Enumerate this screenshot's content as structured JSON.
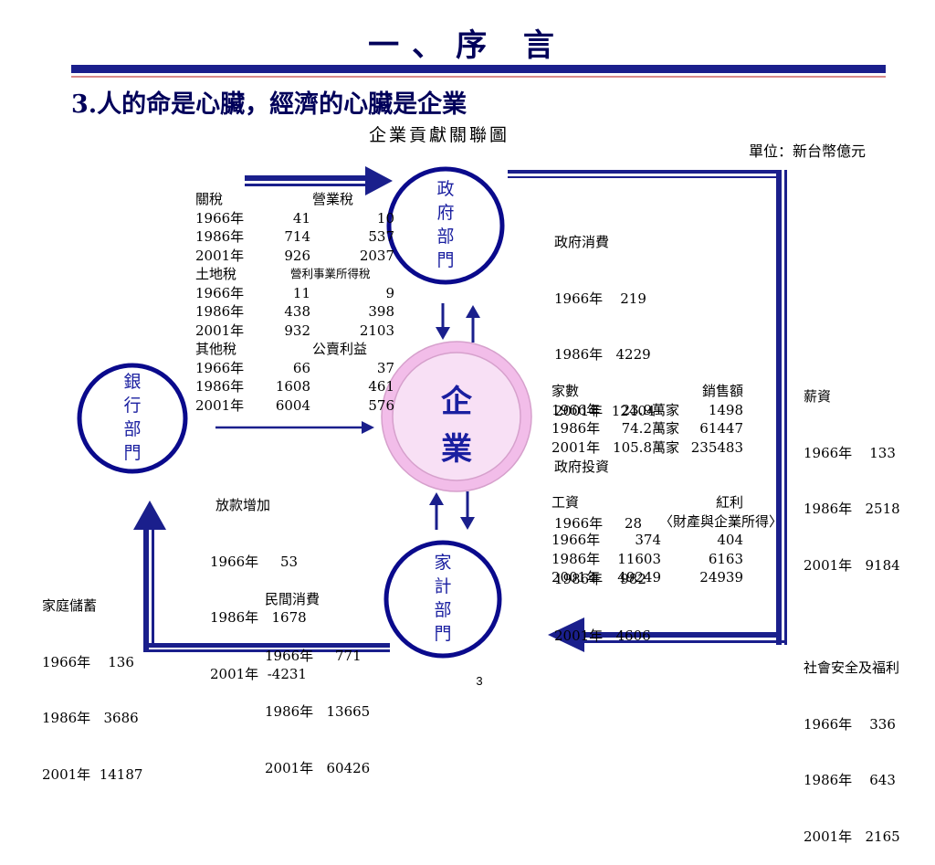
{
  "page": {
    "title": "一、序 言",
    "heading": "3.人的命是心臟，經濟的心臟是企業",
    "subtitle": "企業貢獻關聯圖",
    "unit": "單位：新台幣億元",
    "page_number": "3"
  },
  "nodes": {
    "government": "政府部門",
    "enterprise": "企業",
    "bank": "銀行部門",
    "household": "家計部門"
  },
  "colors": {
    "primary_blue": "#1a1f8c",
    "node_ring": "#0a0a8c",
    "enterprise_fill": "#f8e0f5",
    "enterprise_ring": "#f2bde9"
  },
  "tax_block": {
    "rows": [
      {
        "c1": "關稅",
        "c2": "",
        "c3": "營業稅"
      },
      {
        "c1": "1966年",
        "c2": "41",
        "c3": "10"
      },
      {
        "c1": "1986年",
        "c2": "714",
        "c3": "537"
      },
      {
        "c1": "2001年",
        "c2": "926",
        "c3": "2037"
      },
      {
        "c1": "土地稅",
        "c2": "",
        "c3": "營利事業所得稅"
      },
      {
        "c1": "1966年",
        "c2": "11",
        "c3": "9"
      },
      {
        "c1": "1986年",
        "c2": "438",
        "c3": "398"
      },
      {
        "c1": "2001年",
        "c2": "932",
        "c3": "2103"
      },
      {
        "c1": "其他稅",
        "c2": "",
        "c3": "公賣利益"
      },
      {
        "c1": "1966年",
        "c2": "66",
        "c3": "37"
      },
      {
        "c1": "1986年",
        "c2": "1608",
        "c3": "461"
      },
      {
        "c1": "2001年",
        "c2": "6004",
        "c3": "576"
      }
    ]
  },
  "gov_block": {
    "lines": [
      "政府消費",
      "1966年    219",
      "1986年   4229",
      "2001年  12404",
      "政府投資",
      "1966年     28",
      "1986年    982",
      "2001年   4606"
    ]
  },
  "salary_block": {
    "lines": [
      "薪資",
      "1966年    133",
      "1986年   2518",
      "2001年   9184",
      "",
      "社會安全及福利",
      "1966年    336",
      "1986年    643",
      "2001年   2165"
    ]
  },
  "enterprise_block": {
    "rows": [
      {
        "c1": "家數",
        "c2": "",
        "c3": "銷售額"
      },
      {
        "c1": "1966年",
        "c2": "23.9萬家",
        "c3": "1498"
      },
      {
        "c1": "1986年",
        "c2": "74.2萬家",
        "c3": "61447"
      },
      {
        "c1": "2001年",
        "c2": "105.8萬家",
        "c3": "235483"
      }
    ]
  },
  "loan_block": {
    "lines": [
      "放款增加",
      "1966年     53",
      "1986年   1678",
      "2001年  -4231"
    ]
  },
  "wage_block": {
    "rows": [
      {
        "c1": "工資",
        "c2": "",
        "c3": "紅利"
      },
      {
        "c1": "",
        "c2": "",
        "c3": "〈財產與企業所得〉"
      },
      {
        "c1": "1966年",
        "c2": "374",
        "c3": "404"
      },
      {
        "c1": "1986年",
        "c2": "11603",
        "c3": "6163"
      },
      {
        "c1": "2001年",
        "c2": "49249",
        "c3": "24939"
      }
    ]
  },
  "savings_block": {
    "lines": [
      "家庭儲蓄",
      "1966年    136",
      "1986年   3686",
      "2001年  14187"
    ]
  },
  "consumption_block": {
    "lines": [
      "民間消費",
      "1966年     771",
      "1986年   13665",
      "2001年   60426"
    ]
  }
}
